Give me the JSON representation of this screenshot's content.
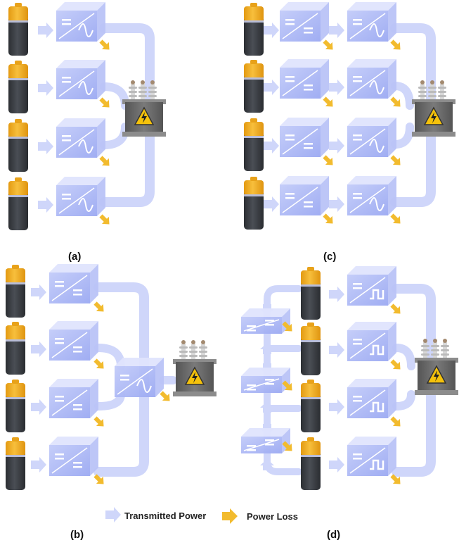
{
  "panels": [
    {
      "id": "a",
      "label": "(a)"
    },
    {
      "id": "b",
      "label": "(b)"
    },
    {
      "id": "c",
      "label": "(c)"
    },
    {
      "id": "d",
      "label": "(d)"
    }
  ],
  "legend": {
    "transmitted": "Transmitted Power",
    "loss": "Power Loss"
  },
  "colors": {
    "flow": "#cfd6fa",
    "loss": "#f2bb2e",
    "battery_body": "#3b3f45",
    "battery_cap": "#f2a71c",
    "converter_front": "#a8b4f5",
    "transformer_body": "#6b6b6b",
    "warning": "#f5c20b"
  }
}
